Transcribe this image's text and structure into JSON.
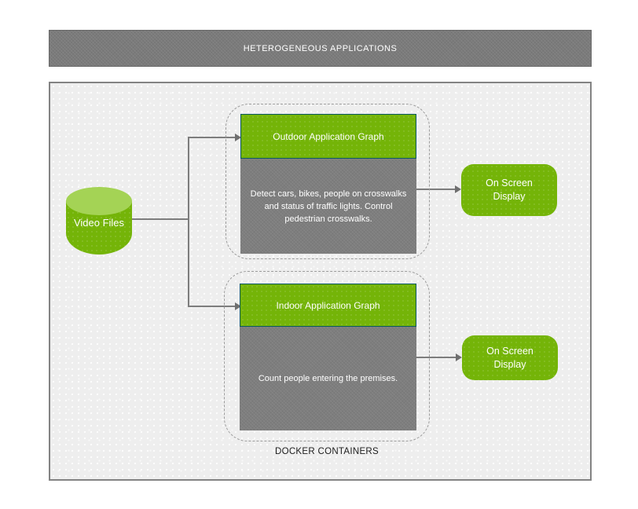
{
  "banner": {
    "title": "HETEROGENEOUS APPLICATIONS"
  },
  "diagram": {
    "source": {
      "label": "Video Files"
    },
    "group_label": "DOCKER CONTAINERS",
    "pipelines": [
      {
        "header": "Outdoor Application Graph",
        "body": "Detect cars, bikes, people on crosswalks and status of traffic lights. Control pedestrian crosswalks.",
        "output": "On Screen Display"
      },
      {
        "header": "Indoor Application Graph",
        "body": "Count people entering the premises.",
        "output": "On Screen Display"
      }
    ]
  },
  "colors": {
    "accent_green": "#74b408",
    "cylinder_top_green": "#a4d355",
    "panel_gray": "#7e7e7e",
    "header_border_teal": "#0b5a61",
    "connector_gray": "#7d7d7d",
    "stage_background": "#eeeeee",
    "dashed_border": "#9c9c9c"
  }
}
